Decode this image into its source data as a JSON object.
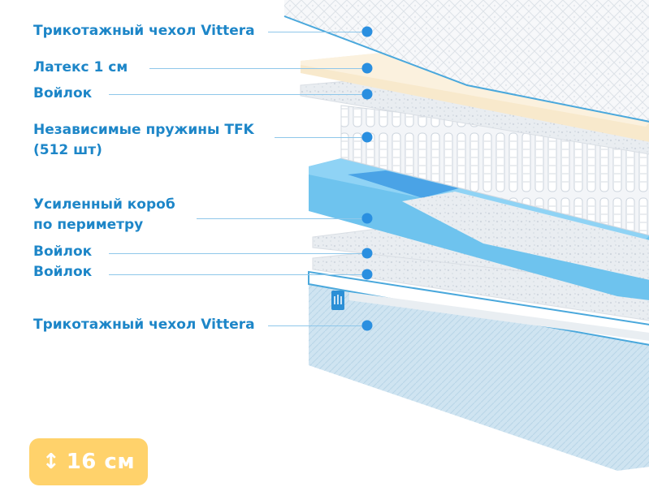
{
  "layers": [
    {
      "id": "top-cover",
      "lines": [
        "Трикотажный чехол Vittera"
      ]
    },
    {
      "id": "latex",
      "lines": [
        "Латекс 1 см"
      ]
    },
    {
      "id": "felt-1",
      "lines": [
        "Войлок"
      ]
    },
    {
      "id": "springs",
      "lines": [
        "Независимые пружины TFK",
        "(512 шт)"
      ]
    },
    {
      "id": "frame",
      "lines": [
        "Усиленный короб",
        "по периметру"
      ]
    },
    {
      "id": "felt-2",
      "lines": [
        "Войлок"
      ]
    },
    {
      "id": "felt-3",
      "lines": [
        "Войлок"
      ]
    },
    {
      "id": "bottom-cover",
      "lines": [
        "Трикотажный чехол Vittera"
      ]
    }
  ],
  "badge": {
    "arrow": "↕",
    "text": "16 см"
  },
  "colors": {
    "label": "#1d86c8",
    "dot": "#2a8fe0",
    "leader_line": "#8fc7ea",
    "badge_bg": "#ffd26b",
    "badge_text": "#ffffff",
    "frame_blue": "#6ec3ee",
    "latex": "#f8e9cc"
  }
}
